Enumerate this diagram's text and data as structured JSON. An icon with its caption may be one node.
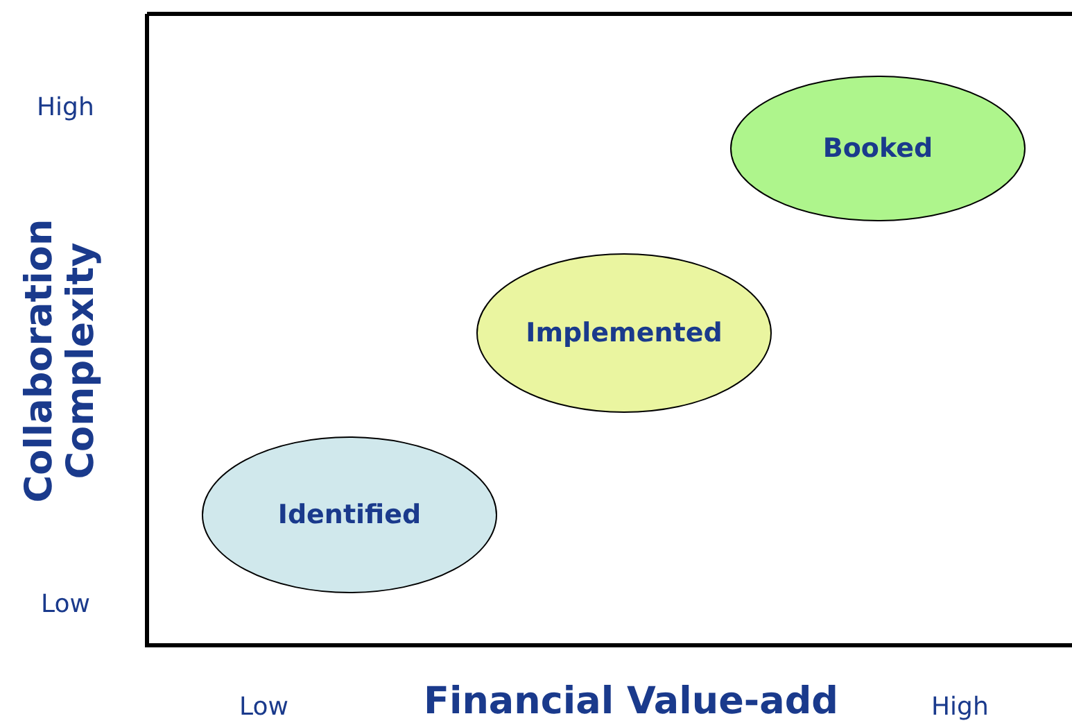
{
  "diagram": {
    "nodes": [
      {
        "text": [
          "Booked"
        ]
      },
      {
        "text": [
          "Implemented"
        ]
      },
      {
        "text": [
          "Identified"
        ]
      }
    ],
    "labels": [
      "High",
      "Collaboration Complexity",
      "Low",
      "Low",
      "Financial Value-add",
      "High"
    ]
  }
}
